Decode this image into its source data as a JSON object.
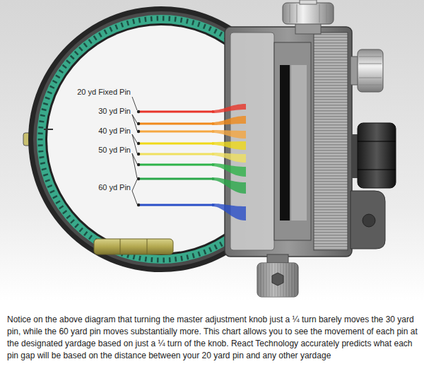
{
  "diagram": {
    "caption": "Notice on the above diagram that turning the master adjustment knob just a ¼ turn barely moves the 30 yard pin, while the 60 yard pin moves substantially more. This chart allows you to see the movement of each pin at the designated yardage based on just a ¼ turn of the knob. React Technology accurately predicts what each pin gap will be based on the distance between your 20 yard pin and any other yardage",
    "labels": [
      "20 yd Fixed Pin",
      "30 yd Pin",
      "40 yd Pin",
      "50 yd Pin",
      "60 yd Pin"
    ]
  }
}
